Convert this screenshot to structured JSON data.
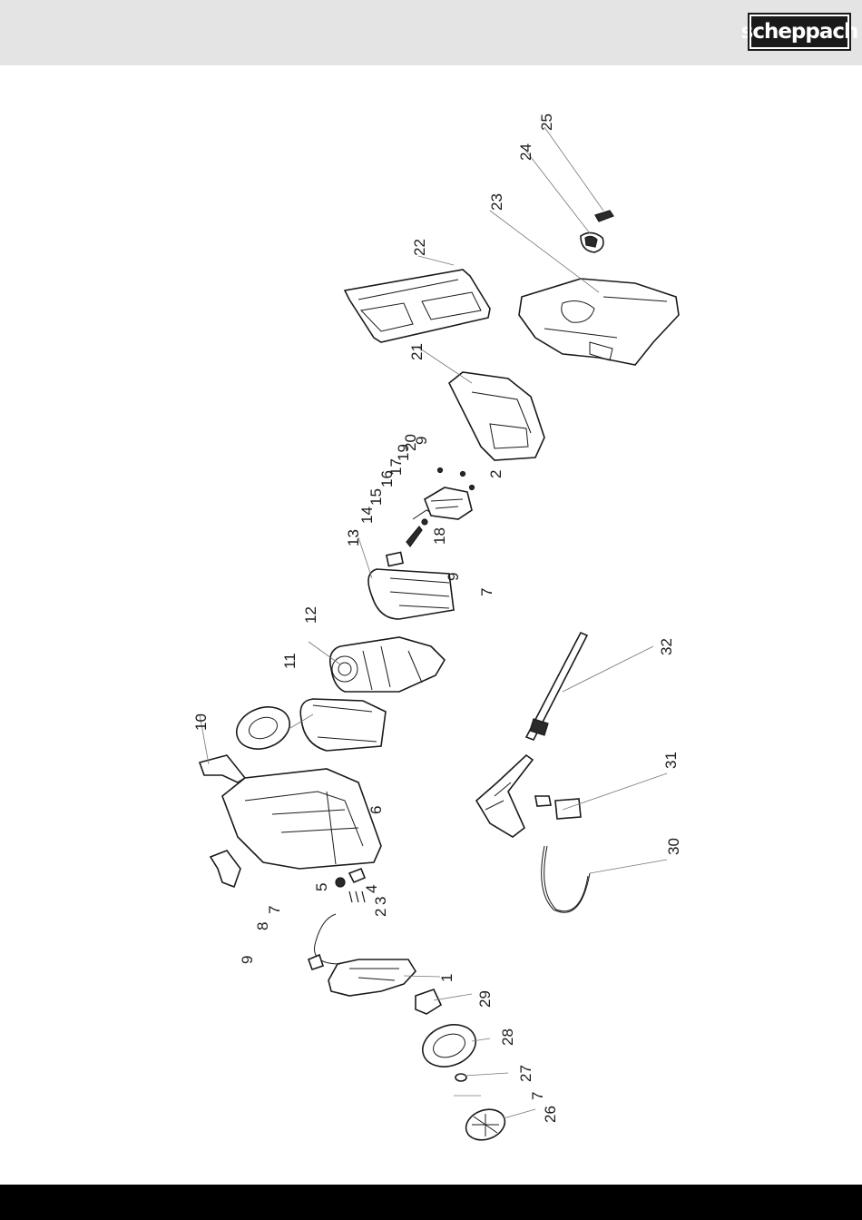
{
  "brand": {
    "logo_text": "scheppach",
    "accent": "#1a1a1a",
    "header_bg": "#e4e4e4",
    "footer_bg": "#000000"
  },
  "diagram": {
    "labels": [
      "1",
      "2",
      "3",
      "4",
      "5",
      "6",
      "7",
      "8",
      "9",
      "10",
      "11",
      "12",
      "13",
      "14",
      "15",
      "16",
      "17",
      "18",
      "19",
      "20",
      "21",
      "22",
      "23",
      "24",
      "25",
      "26",
      "27",
      "28",
      "29",
      "30",
      "31",
      "32"
    ],
    "extra_labels": {
      "l7b": "7",
      "l7c": "7",
      "l9b": "9",
      "l9c": "9",
      "l2b": "2"
    }
  }
}
